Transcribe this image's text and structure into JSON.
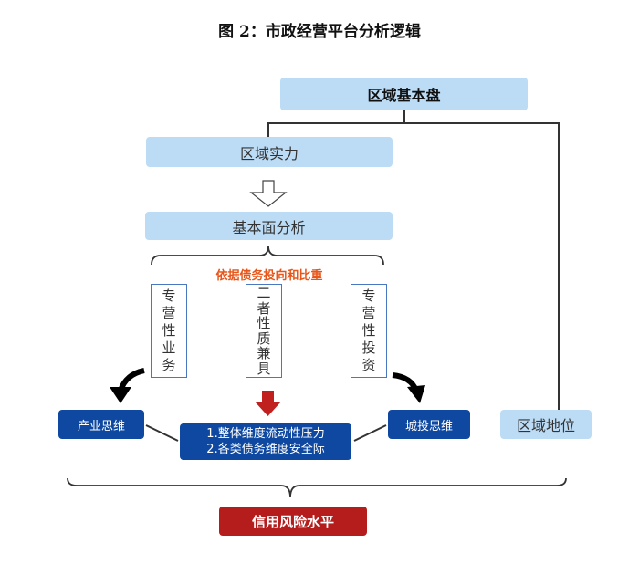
{
  "title": "图 2：市政经营平台分析逻辑",
  "nodes": {
    "base": "区域基本盘",
    "strength": "区域实力",
    "fundamental": "基本面分析",
    "basis": "依据债务投向和比重",
    "vertical_left": [
      "专",
      "营",
      "性",
      "业",
      "务"
    ],
    "vertical_mid": [
      "二",
      "者",
      "性",
      "质",
      "兼",
      "具"
    ],
    "vertical_right": [
      "专",
      "营",
      "性",
      "投",
      "资"
    ],
    "industry_thinking": "产业思维",
    "center_line1": "1.整体维度流动性压力",
    "center_line2": "2.各类债务维度安全际",
    "ctrl_thinking": "城投思维",
    "position": "区域地位",
    "credit_risk": "信用风险水平"
  },
  "colors": {
    "light_blue": "#bcdcf6",
    "dark_blue": "#0e48a0",
    "red": "#b51c1c",
    "orange": "#e8561a"
  }
}
